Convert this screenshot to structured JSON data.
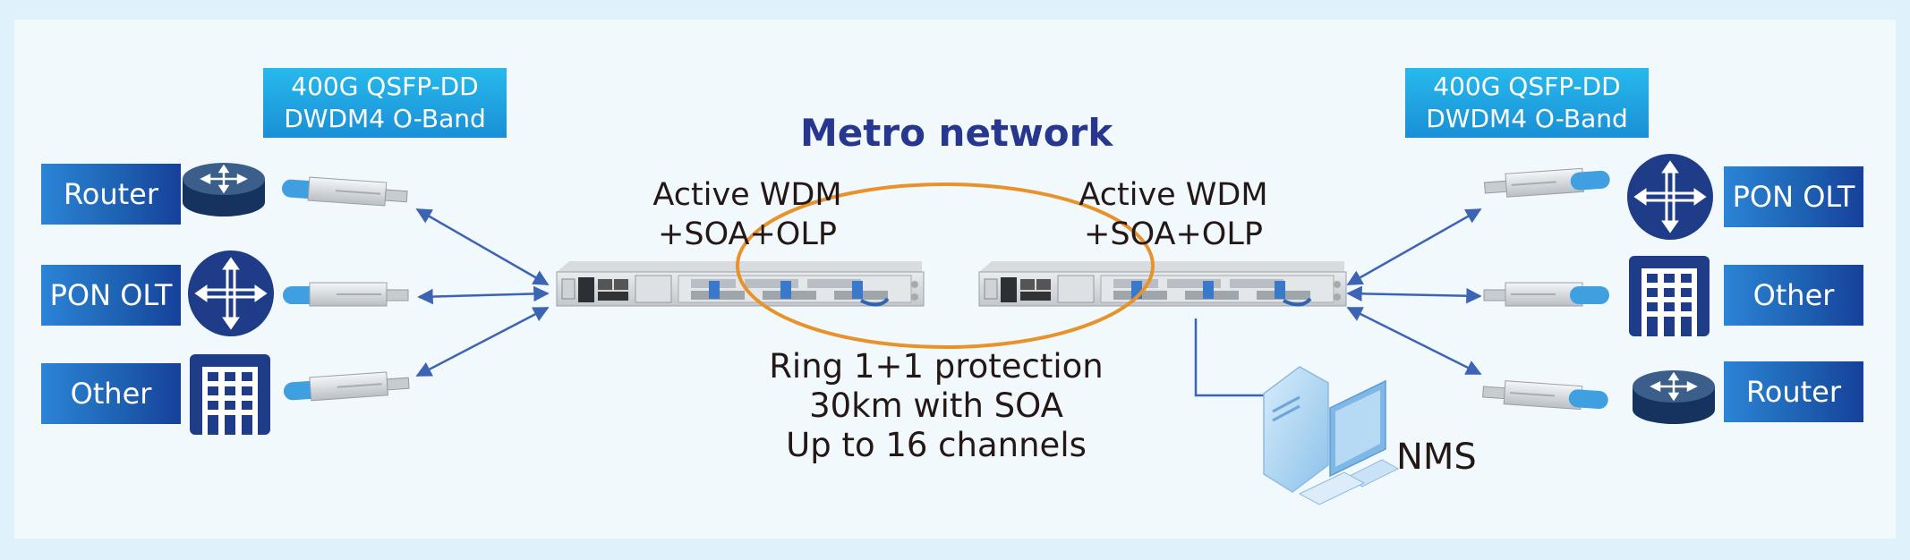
{
  "title": "Metro network",
  "band_labels": {
    "left": {
      "line1": "400G QSFP-DD",
      "line2": "DWDM4 O-Band"
    },
    "right": {
      "line1": "400G QSFP-DD",
      "line2": "DWDM4 O-Band"
    }
  },
  "left_devices": [
    "Router",
    "PON OLT",
    "Other"
  ],
  "right_devices": [
    "PON OLT",
    "Other",
    "Router"
  ],
  "wdm_nodes": {
    "left": {
      "line1": "Active WDM",
      "line2": "+SOA+OLP"
    },
    "right": {
      "line1": "Active WDM",
      "line2": "+SOA+OLP"
    }
  },
  "ring_info": [
    "Ring 1+1 protection",
    "30km with SOA",
    "Up to 16 channels"
  ],
  "nms_label": "NMS",
  "colors": {
    "label_blue": "#1d5fb0",
    "band_cyan": "#1a9de0",
    "title_navy": "#27378f",
    "ring_orange": "#e8922a",
    "arrow_blue": "#3d63b4",
    "icon_navy": "#1f3c88"
  },
  "icons": [
    "router-icon",
    "pon-olt-icon",
    "building-icon",
    "transceiver-icon",
    "wdm-chassis-icon",
    "computer-icon"
  ]
}
